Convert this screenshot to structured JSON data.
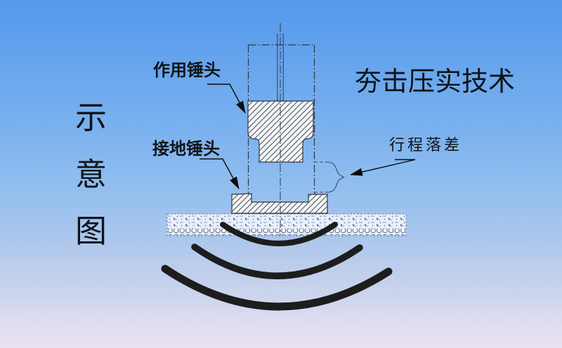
{
  "title": {
    "text": "夯击压实技术"
  },
  "side_caption": {
    "chars": [
      "示",
      "意",
      "图"
    ]
  },
  "labels": {
    "upper_hammer": "作用锤头",
    "lower_hammer": "接地锤头",
    "stroke_drop": "行程落差"
  },
  "diagram": {
    "icons": {
      "upper_hammer_shape": "hatched-working-hammer",
      "lower_hammer_shape": "hatched-grounding-hammer",
      "guide_rod": "vertical-rod",
      "stroke_gap": "curly-brace-indicator",
      "ground": "stippled-soil-layer",
      "waves": "three-shock-wave-arcs"
    },
    "colors": {
      "background_top": "#5598ec",
      "background_bottom": "#eae2f2",
      "drawing_line": "#2e3744",
      "hatch_fill": "#f4f5f7",
      "shock_wave": "#1d1d1d",
      "text": "#101418"
    }
  }
}
